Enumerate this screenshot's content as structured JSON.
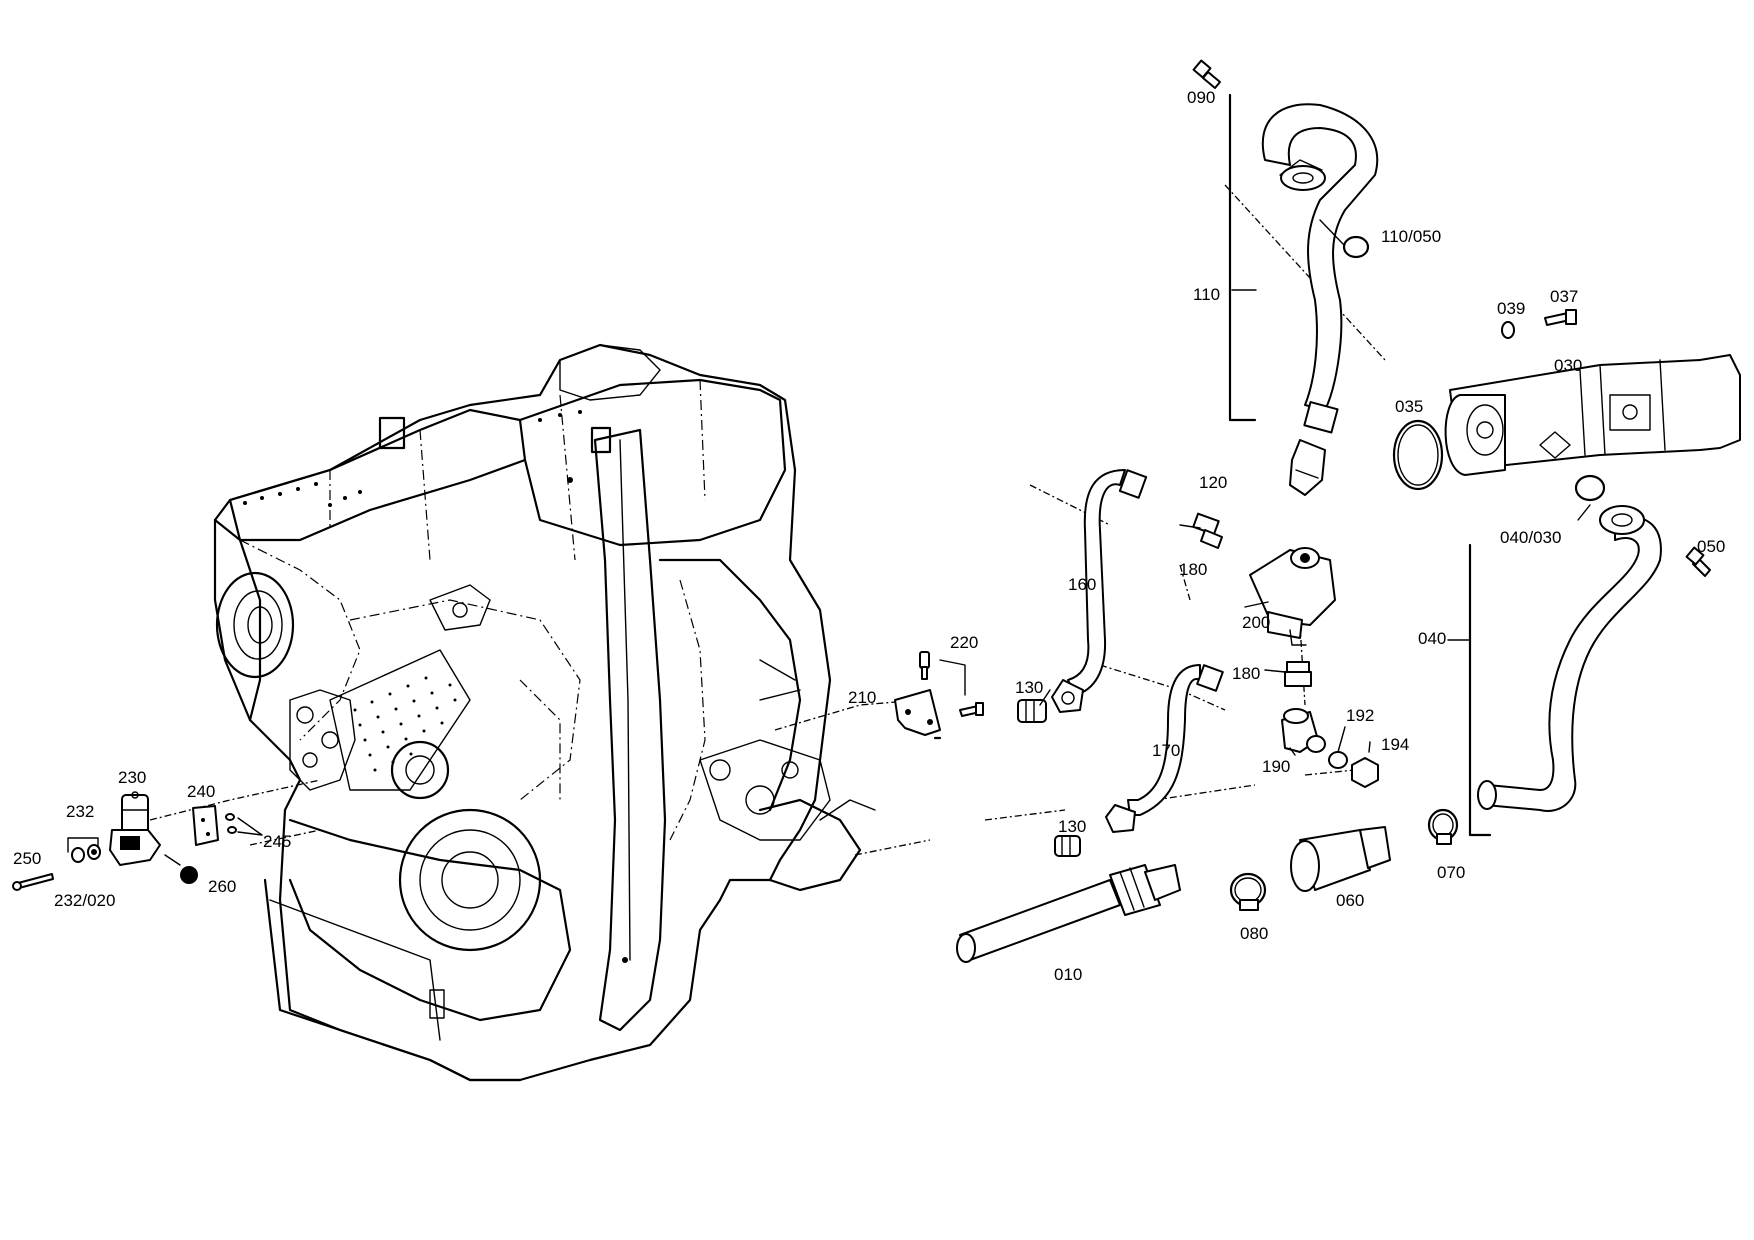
{
  "callouts": {
    "c090": "090",
    "c110_050": "110/050",
    "c110": "110",
    "c039": "039",
    "c037": "037",
    "c030": "030",
    "c035": "035",
    "c120": "120",
    "c160": "160",
    "c180a": "180",
    "c200": "200",
    "c040_030": "040/030",
    "c050": "050",
    "c220": "220",
    "c210": "210",
    "c130a": "130",
    "c180b": "180",
    "c192": "192",
    "c194": "194",
    "c170": "170",
    "c190": "190",
    "c040": "040",
    "c230": "230",
    "c240": "240",
    "c232": "232",
    "c245": "245",
    "c250": "250",
    "c260": "260",
    "c232_020": "232/020",
    "c130b": "130",
    "c010": "010",
    "c080": "080",
    "c060": "060",
    "c070": "070"
  }
}
